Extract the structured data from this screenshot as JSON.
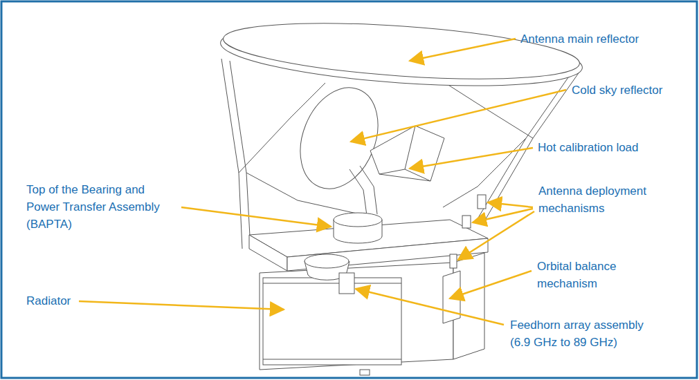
{
  "diagram": {
    "labels": [
      "Antenna main reflector",
      "Cold sky reflector",
      "Hot calibration load",
      "Top of the Bearing and Power Transfer Assembly (BAPTA)",
      "Antenna deployment mechanisms",
      "Radiator",
      "Orbital balance mechanism",
      "Feedhorn array assembly (6.9 GHz to 89 GHz)"
    ]
  }
}
